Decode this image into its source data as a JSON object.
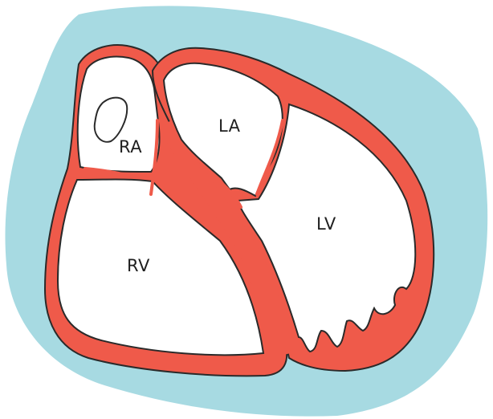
{
  "diagram": {
    "colors": {
      "pericardium": "#a7dae2",
      "myocardium": "#ef5a4a",
      "outline": "#2a2a2a",
      "chamber_fill": "#ffffff",
      "label_text": "#1f1f1f"
    },
    "labels": {
      "ra": "RA",
      "la": "LA",
      "rv": "RV",
      "lv": "LV"
    }
  }
}
